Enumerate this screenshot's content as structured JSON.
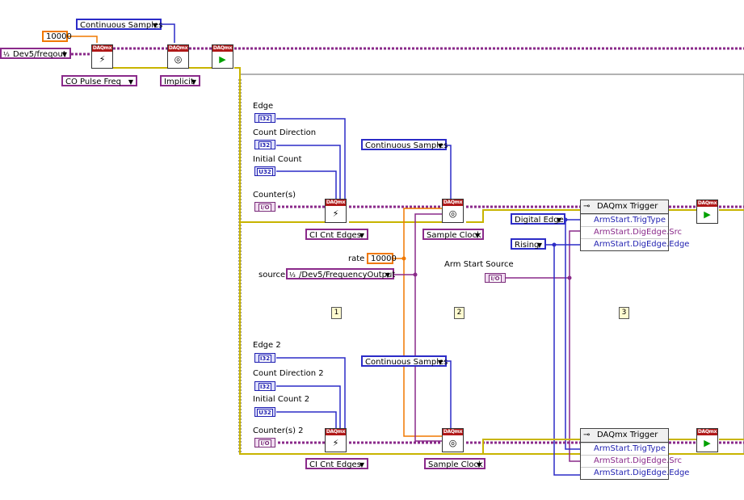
{
  "colors": {
    "task_wire": "#8a2a8a",
    "error_wire": "#c8b400",
    "numeric_blue": "#2c2cc7",
    "numeric_orange": "#f07800",
    "vi_header": "#b01818"
  },
  "top": {
    "continuous_samples": "Continuous Samples",
    "rate_constant": "10000",
    "channel": "Dev5/freqout",
    "create_channel_type": "CO Pulse Freq",
    "timing_type": "Implicit",
    "daqmx_label": "DAQmx"
  },
  "frame": {
    "seq_1": "1",
    "seq_2": "2",
    "seq_3": "3"
  },
  "counter1": {
    "edge_label": "Edge",
    "edge_type": "I32",
    "direction_label": "Count Direction",
    "direction_type": "I32",
    "initial_label": "Initial Count",
    "initial_type": "U32",
    "counters_label": "Counter(s)",
    "counters_type": "I/O",
    "channel_type": "CI Cnt Edges",
    "continuous_samples": "Continuous Samples",
    "sample_clock": "Sample Clock"
  },
  "shared": {
    "rate_label": "rate",
    "rate_value": "10000",
    "source_label": "source",
    "source_value": "/Dev5/FrequencyOutput",
    "arm_start_label": "Arm Start Source",
    "arm_start_type": "I/O",
    "digital_edge": "Digital Edge",
    "rising": "Rising"
  },
  "trigger1": {
    "title": "DAQmx Trigger",
    "row1": "ArmStart.TrigType",
    "row2": "ArmStart.DigEdge.Src",
    "row3": "ArmStart.DigEdge.Edge"
  },
  "counter2": {
    "edge_label": "Edge 2",
    "edge_type": "I32",
    "direction_label": "Count Direction 2",
    "direction_type": "I32",
    "initial_label": "Initial Count 2",
    "initial_type": "U32",
    "counters_label": "Counter(s) 2",
    "counters_type": "I/O",
    "channel_type": "CI Cnt Edges",
    "continuous_samples": "Continuous Samples",
    "sample_clock": "Sample Clock"
  },
  "trigger2": {
    "title": "DAQmx Trigger",
    "row1": "ArmStart.TrigType",
    "row2": "ArmStart.DigEdge.Src",
    "row3": "ArmStart.DigEdge.Edge"
  },
  "icons": {
    "create_channel": "create-channel-icon",
    "timing": "timing-icon",
    "start_task": "start-task-icon",
    "trigger_property": "property-node-icon"
  }
}
